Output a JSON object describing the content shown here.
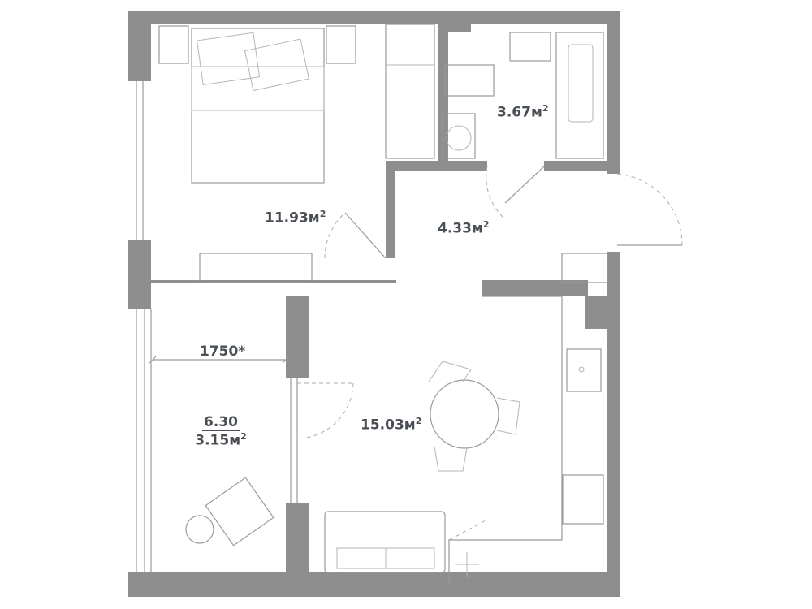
{
  "rooms": {
    "bedroom": {
      "area": "11.93",
      "unit": "м",
      "exp": "2"
    },
    "bathroom": {
      "area": "3.67",
      "unit": "м",
      "exp": "2"
    },
    "hall": {
      "area": "4.33",
      "unit": "м",
      "exp": "2"
    },
    "living_kitchen": {
      "area": "15.03",
      "unit": "м",
      "exp": "2"
    },
    "balcony": {
      "full_area": "6.30",
      "area": "3.15",
      "unit": "м",
      "exp": "2"
    }
  },
  "dimensions": {
    "balcony_width": "1750*"
  },
  "colors": {
    "wall": "#8e8e8e",
    "text": "#4a4f55",
    "lines": "#9a9a9a"
  }
}
